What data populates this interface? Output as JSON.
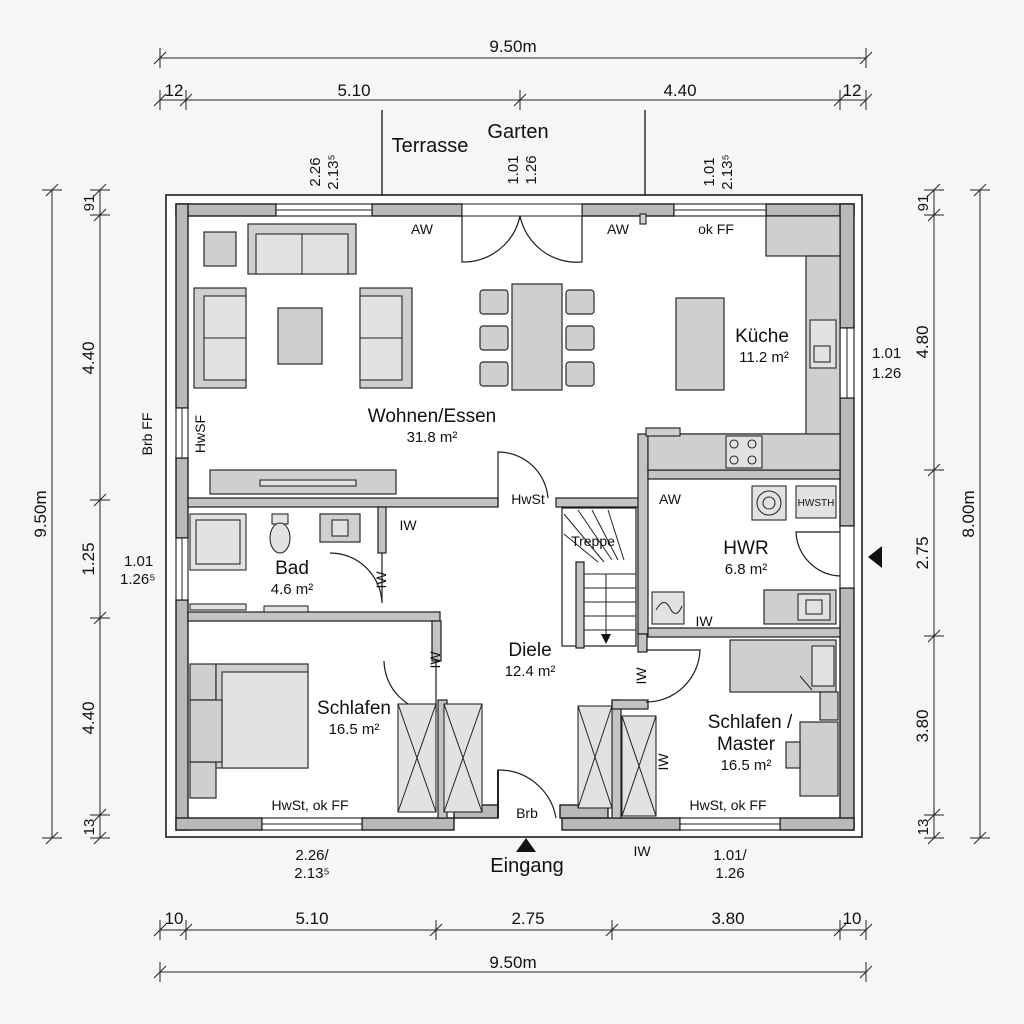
{
  "dims": {
    "top_total": "9.50m",
    "top_12_left": "12",
    "top_510": "5.10",
    "top_440": "4.40",
    "top_12_right": "12",
    "bottom_10_left": "10",
    "bottom_510": "5.10",
    "bottom_275": "2.75",
    "bottom_380": "3.80",
    "bottom_10_right": "10",
    "bottom_total": "9.50m",
    "left_total": "9.50m",
    "left_91": "91",
    "left_440_top": "4.40",
    "left_125": "1.25",
    "left_440_bottom": "4.40",
    "left_13": "13",
    "right_total": "8.00m",
    "right_91": "91",
    "right_480": "4.80",
    "right_275": "2.75",
    "right_380": "3.80",
    "right_13": "13"
  },
  "windows": {
    "top_left_1": "2.26",
    "top_left_2": "2.13⁵",
    "top_mid_1": "1.01",
    "top_mid_2": "1.26",
    "top_right_1": "1.01",
    "top_right_2": "2.13⁵",
    "right_kitchen_1": "1.01",
    "right_kitchen_2": "1.26",
    "left_bath_1": "1.01",
    "left_bath_2": "1.26⁵",
    "bottom_left_1": "2.26/",
    "bottom_left_2": "2.13⁵",
    "bottom_right_1": "1.01/",
    "bottom_right_2": "1.26"
  },
  "outside": {
    "terrasse": "Terrasse",
    "garten": "Garten",
    "eingang": "Eingang"
  },
  "rooms": {
    "wohnen_name": "Wohnen/Essen",
    "wohnen_area": "31.8 m²",
    "kueche_name": "Küche",
    "kueche_area": "11.2 m²",
    "bad_name": "Bad",
    "bad_area": "4.6 m²",
    "diele_name": "Diele",
    "diele_area": "12.4 m²",
    "hwr_name": "HWR",
    "hwr_area": "6.8 m²",
    "schlafen_name": "Schlafen",
    "schlafen_area": "16.5 m²",
    "master_name_1": "Schlafen /",
    "master_name_2": "Master",
    "master_area": "16.5 m²",
    "treppe": "Treppe"
  },
  "labels": {
    "aw_1": "AW",
    "aw_2": "AW",
    "aw_hwr": "AW",
    "ok_ff": "ok FF",
    "hwst_top": "HwSt",
    "hwsf": "HwSF",
    "brb_ff": "Brb FF",
    "iw_bad": "IW",
    "iw_bad_door": "IW",
    "iw_diele_l": "IW",
    "iw_diele_r": "IW",
    "iw_hwr": "IW",
    "iw_master": "IW",
    "iw_bottom": "IW",
    "hwst_okff_l": "HwSt, ok FF",
    "hwst_okff_r": "HwSt, ok FF",
    "brb": "Brb",
    "hwsth": "HWSTH"
  }
}
